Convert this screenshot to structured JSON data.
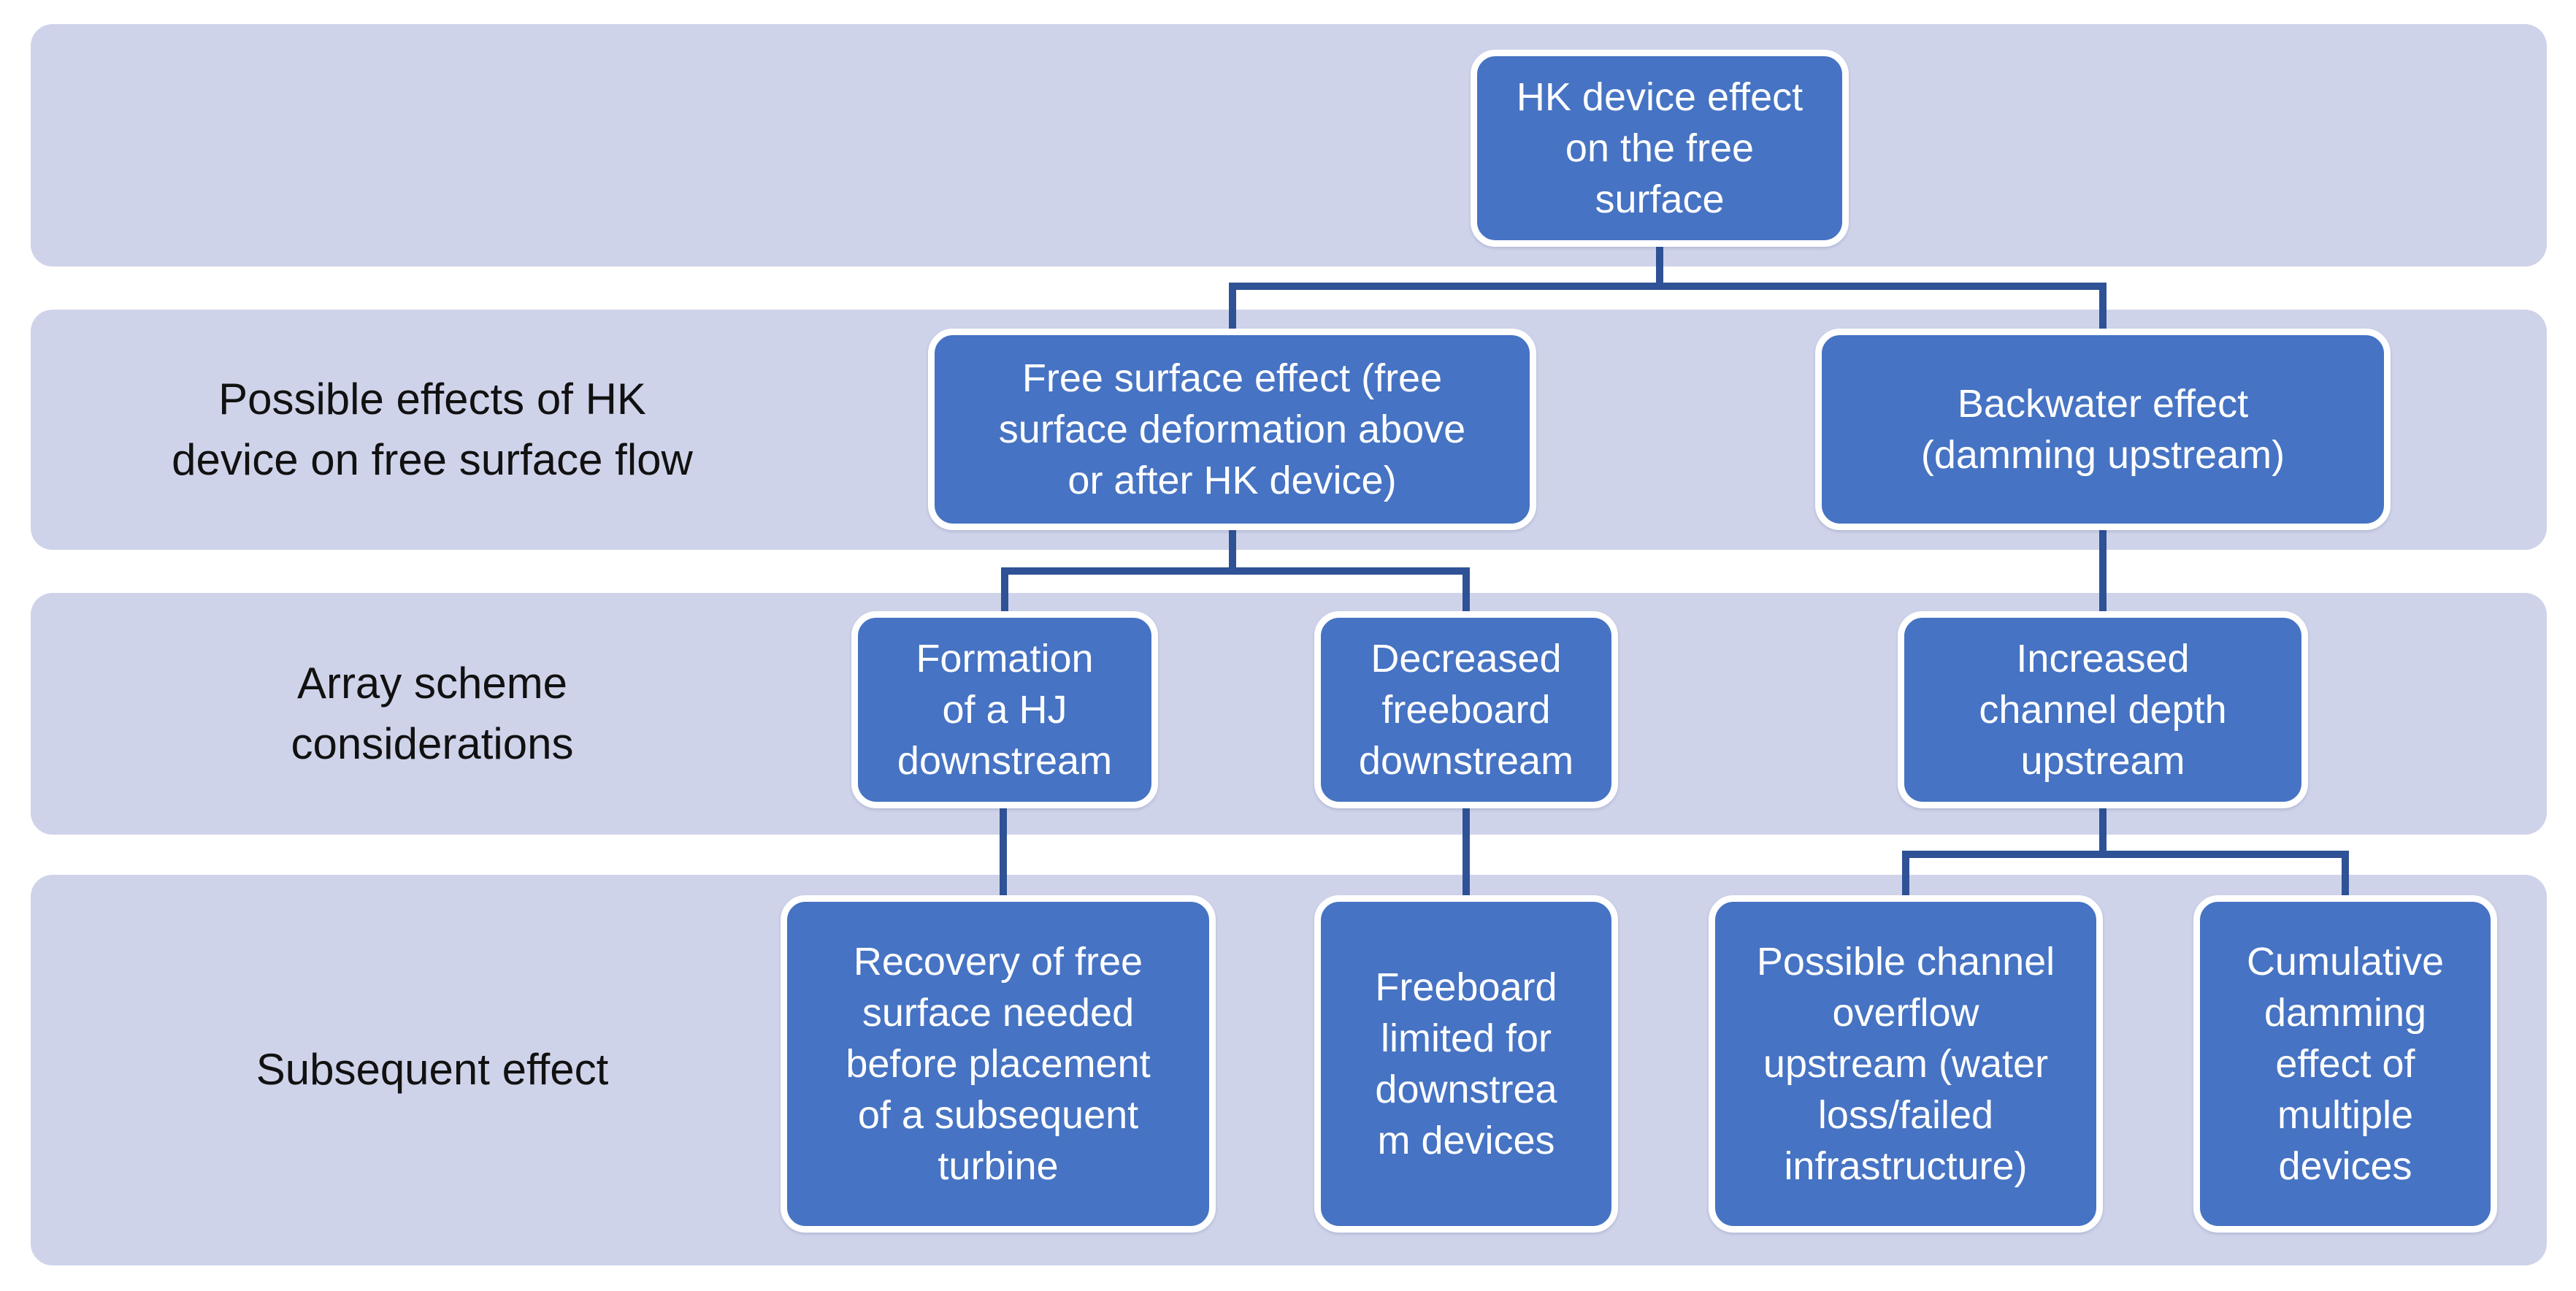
{
  "diagram_title": "HK device free-surface effects hierarchy",
  "row_labels": {
    "row2": "Possible effects of HK\ndevice on free surface flow",
    "row3": "Array scheme\nconsiderations",
    "row4": "Subsequent effect"
  },
  "nodes": {
    "top": {
      "label": "HK device effect\non the free\nsurface"
    },
    "free_surface": {
      "label": "Free surface effect (free\nsurface deformation above\nor after HK device)"
    },
    "backwater": {
      "label": "Backwater effect\n(damming upstream)"
    },
    "formation": {
      "label": "Formation\nof a HJ\ndownstream"
    },
    "decreased": {
      "label": "Decreased\nfreeboard\ndownstream"
    },
    "increased": {
      "label": "Increased\nchannel depth\nupstream"
    },
    "recovery": {
      "label": "Recovery of free\nsurface needed\nbefore placement\nof a subsequent\nturbine"
    },
    "freeboard": {
      "label": "Freeboard\nlimited for\ndownstrea\nm devices"
    },
    "possible": {
      "label": "Possible channel\noverflow\nupstream (water\nloss/failed\ninfrastructure)"
    },
    "cumulative": {
      "label": "Cumulative\ndamming\neffect of\nmultiple\ndevices"
    }
  },
  "edges": [
    {
      "from": "top",
      "to": [
        "free_surface",
        "backwater"
      ]
    },
    {
      "from": "free_surface",
      "to": [
        "formation",
        "decreased"
      ]
    },
    {
      "from": "backwater",
      "to": [
        "increased"
      ]
    },
    {
      "from": "formation",
      "to": [
        "recovery"
      ]
    },
    {
      "from": "decreased",
      "to": [
        "freeboard"
      ]
    },
    {
      "from": "increased",
      "to": [
        "possible",
        "cumulative"
      ]
    }
  ],
  "colors": {
    "node_fill": "#4673C3",
    "node_border": "#FFFFFF",
    "connector": "#2F5296",
    "band": "#CFD3EA",
    "label_text": "#111111",
    "page_bg": "#FFFFFF"
  }
}
